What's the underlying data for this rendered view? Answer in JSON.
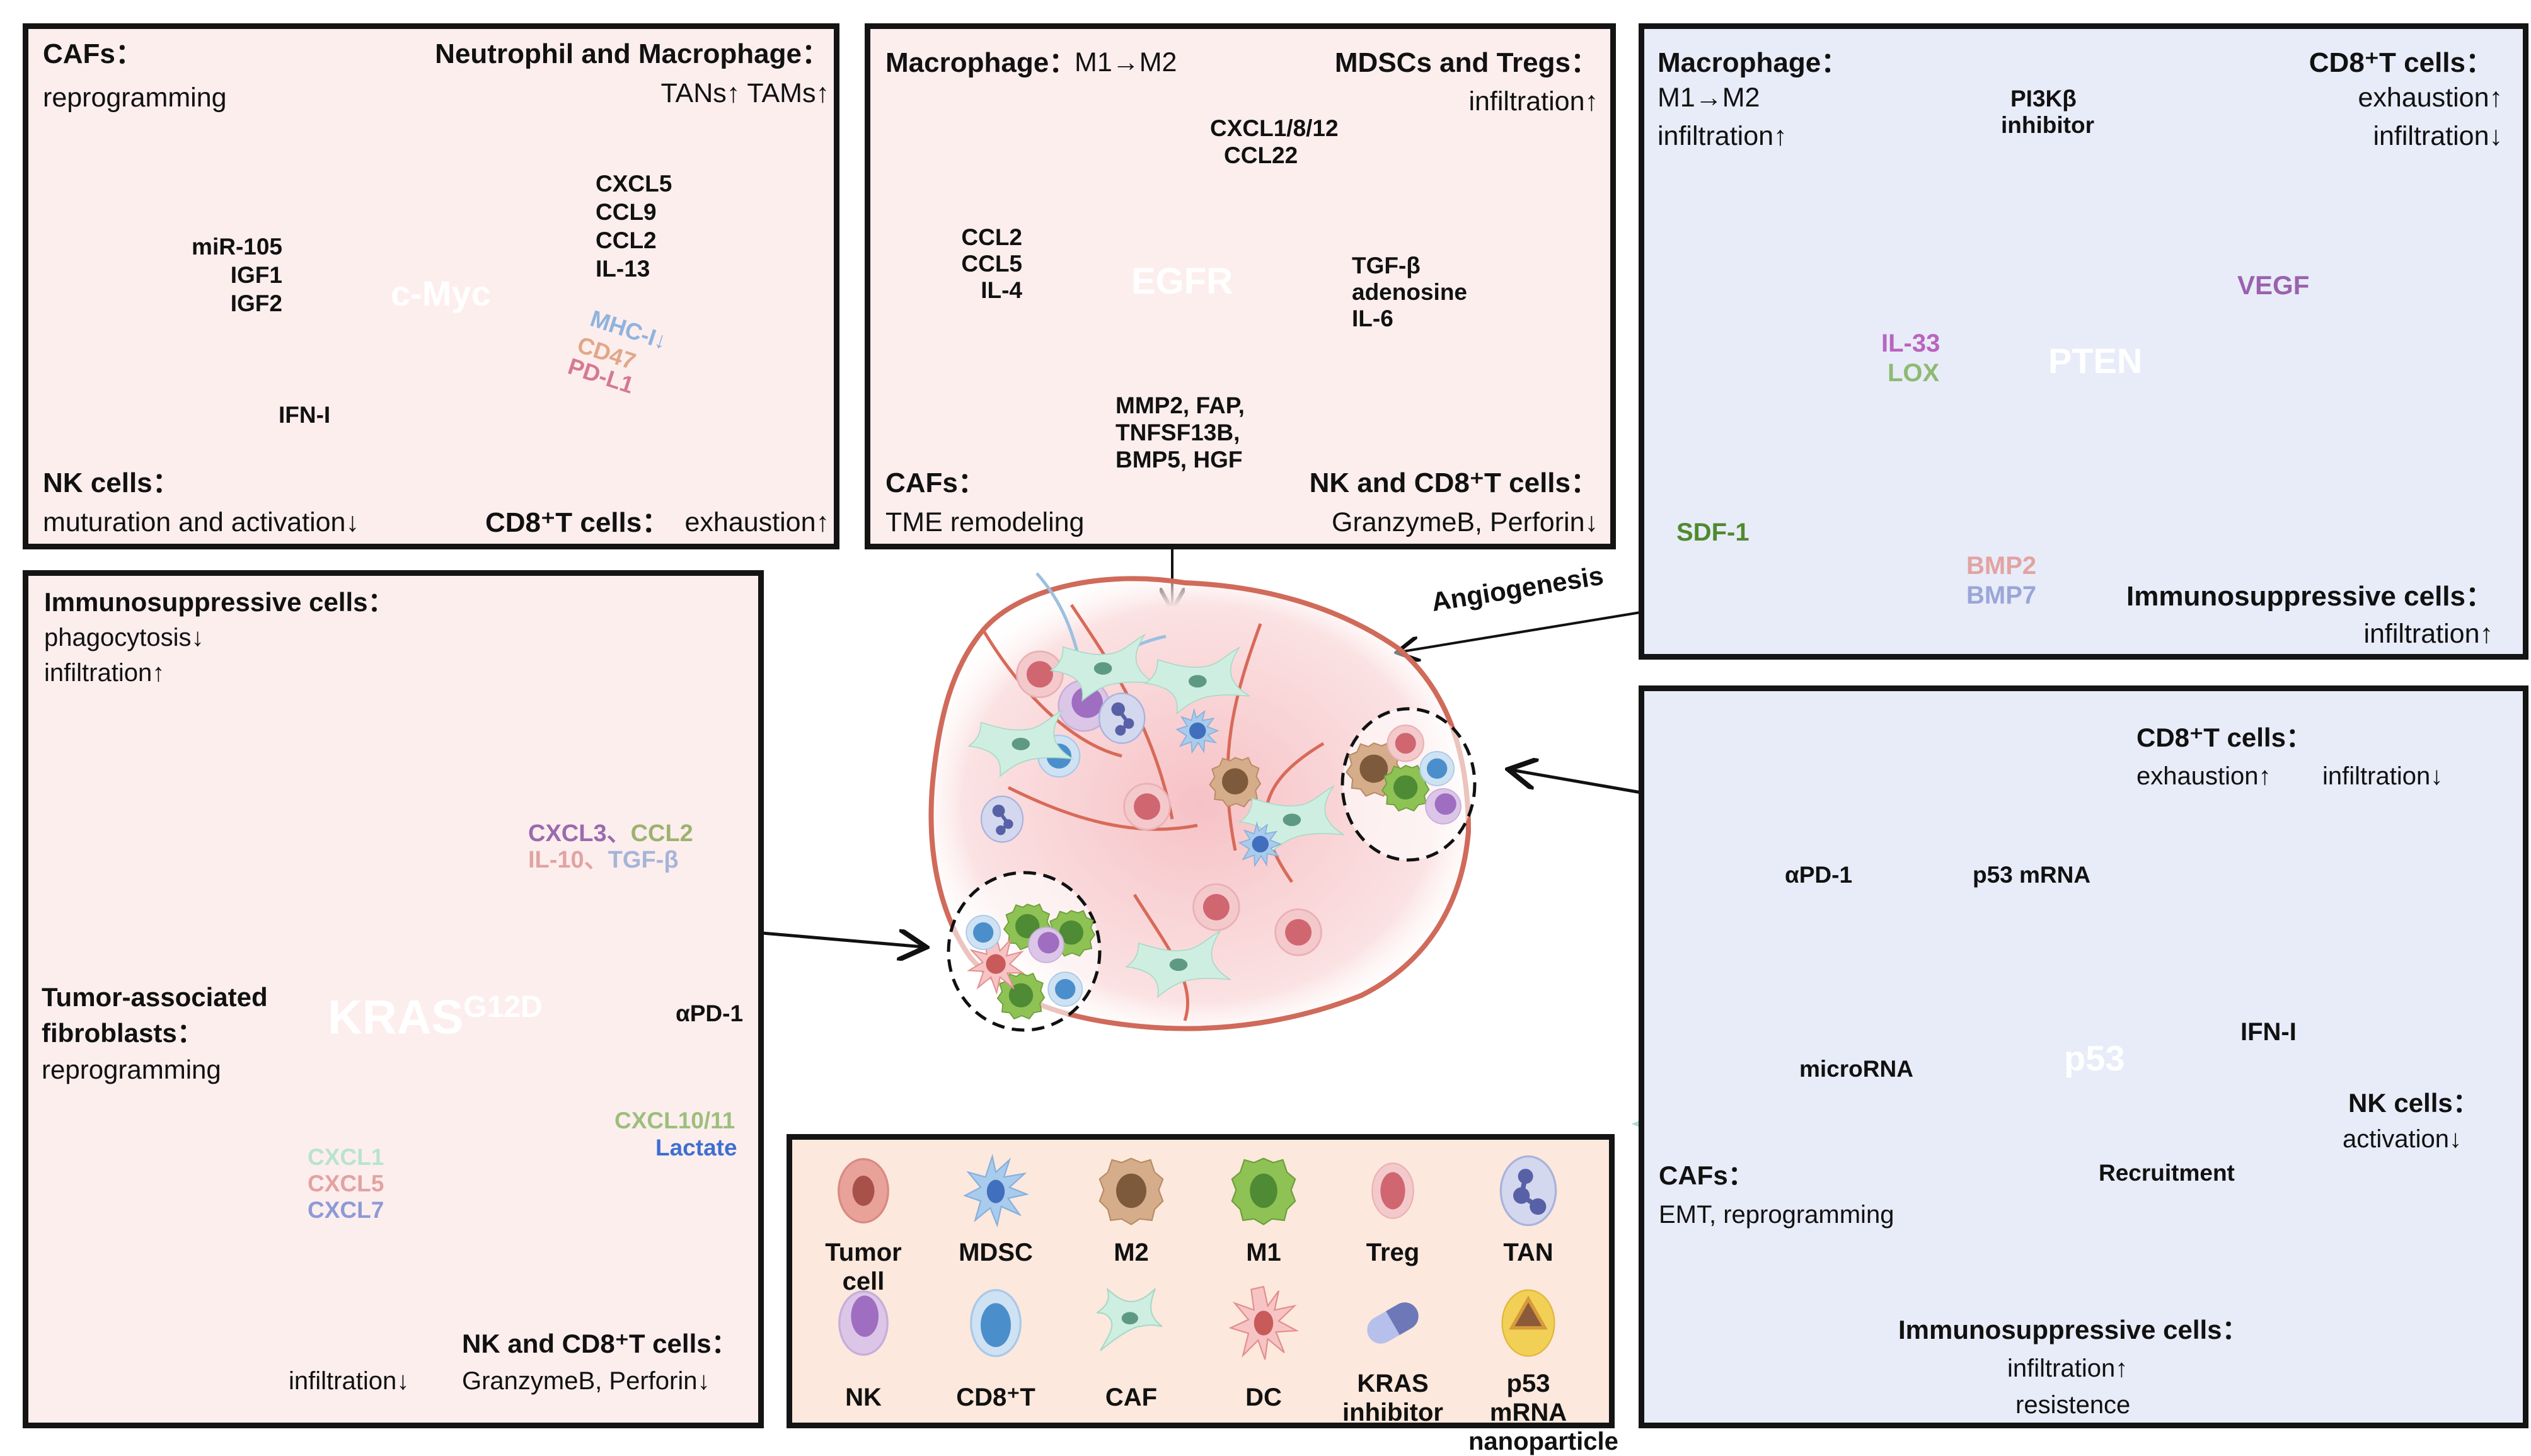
{
  "colors": {
    "panel_pink": "#fdeeee",
    "panel_blue": "#e8ecf8",
    "legend_peach": "#fce8dd",
    "tumor_cell": "#e8a29a",
    "tumor_nucleus": "#a8514b",
    "caf": "#cfeee2",
    "nk": "#b490cc",
    "cd8": "#4a8fcc",
    "m1": "#7fb24a",
    "m2": "#b8875c",
    "treg": "#d06670",
    "tan": "#8a93cc",
    "mdsc": "#8fb8e0",
    "mhc_text": "#8fb4dc",
    "cd47_text": "#e0a888",
    "pdl1_text": "#d57a8e",
    "il33_text": "#b964c0",
    "lox_text": "#8dba72",
    "vegf_text": "#9a62ad",
    "bmp2_text": "#e2a3a2",
    "bmp7_text": "#9aa6d8",
    "sdf1_text": "#4f8a2f",
    "sdf1_triangle": "#1f8f80",
    "cxcl3_text": "#9a6aae",
    "ccl2_text": "#9cb36e",
    "il10_text": "#e0a4a2",
    "tgfb_text": "#a6b4d8",
    "cxcl1_text": "#b9e3cf",
    "cxcl5_text": "#e2a3a2",
    "cxcl7_text": "#8e9ad6",
    "cxcl1011_text": "#9cbf7c",
    "lactate_text": "#3f6fd0"
  },
  "panels": {
    "cmyc": {
      "center_label": "c-Myc",
      "cafs_title": "CAFs：",
      "cafs_desc": "reprogramming",
      "neutro_title": "Neutrophil and Macrophage：",
      "neutro_desc": "TANs↑  TAMs↑",
      "chemokines": [
        "CXCL5",
        "CCL9",
        "CCL2",
        "IL-13"
      ],
      "igf": [
        "miR-105",
        "IGF1",
        "IGF2"
      ],
      "surface": [
        "MHC-I↓",
        "CD47",
        "PD-L1"
      ],
      "ifn": "IFN-I",
      "nk_title": "NK cells：",
      "nk_desc": "muturation and activation↓",
      "cd8_title": "CD8⁺T cells：",
      "cd8_desc": "exhaustion↑"
    },
    "egfr": {
      "center_label": "EGFR",
      "macro_title": "Macrophage：",
      "macro_desc": "M1→M2",
      "mdsc_title": "MDSCs and Tregs：",
      "mdsc_desc": "infiltration↑",
      "cxcl": [
        "CXCL1/8/12",
        "CCL22"
      ],
      "ccl": [
        "CCL2",
        "CCL5",
        "IL-4"
      ],
      "tgf": [
        "TGF-β",
        "adenosine",
        "IL-6"
      ],
      "mmp": [
        "MMP2, FAP,",
        "TNFSF13B,",
        "BMP5, HGF"
      ],
      "cafs_title": "CAFs：",
      "cafs_desc": "TME remodeling",
      "nk_title": "NK and CD8⁺T cells：",
      "nk_desc": "GranzymeB, Perforin↓"
    },
    "pten": {
      "center_label": "PTEN",
      "macro_title": "Macrophage：",
      "macro_desc1": "M1→M2",
      "macro_desc2": "infiltration↑",
      "drug": [
        "PI3Kβ",
        "inhibitor"
      ],
      "cd8_title": "CD8⁺T cells：",
      "cd8_desc1": "exhaustion↑",
      "cd8_desc2": "infiltration↓",
      "il33": "IL-33",
      "lox": "LOX",
      "vegf": "VEGF",
      "sdf1": "SDF-1",
      "bmp2": "BMP2",
      "bmp7": "BMP7",
      "immuno_title": "Immunosuppressive cells：",
      "immuno_desc": "infiltration↑"
    },
    "kras": {
      "center_label": "KRAS",
      "center_sup": "G12D",
      "immuno_title": "Immunosuppressive cells：",
      "immuno_desc1": "phagocytosis↓",
      "immuno_desc2": "infiltration↑",
      "cyto_line1a": "CXCL3、",
      "cyto_line1b": "CCL2",
      "cyto_line2a": "IL-10、",
      "cyto_line2b": "TGF-β",
      "apd1": "αPD-1",
      "plus": "+",
      "taf_title1": "Tumor-associated",
      "taf_title2": "fibroblasts：",
      "taf_desc": "reprogramming",
      "cxcl_list": [
        "CXCL1",
        "CXCL5",
        "CXCL7"
      ],
      "cxcl1011": "CXCL10/11",
      "lactate": "Lactate",
      "nk_title": "NK and CD8⁺T cells：",
      "nk_desc_left": "infiltration↓",
      "nk_desc_right": "GranzymeB, Perforin↓"
    },
    "p53": {
      "center_label": "p53",
      "apd1": "αPD-1",
      "plus": "+",
      "mrna": "p53 mRNA",
      "cd8_title": "CD8⁺T cells：",
      "cd8_desc1": "exhaustion↑",
      "cd8_desc2": "infiltration↓",
      "ifn": "IFN-I",
      "microrna": "microRNA",
      "nk_title": "NK cells：",
      "nk_desc": "activation↓",
      "cafs_title": "CAFs：",
      "cafs_desc": "EMT, reprogramming",
      "recruit": "Recruitment",
      "immuno_title": "Immunosuppressive cells：",
      "immuno_desc1": "infiltration↑",
      "immuno_desc2": "resistence"
    }
  },
  "center": {
    "angiogenesis": "Angiogenesis"
  },
  "legend": {
    "items": [
      {
        "label": "Tumor cell",
        "icon": "tumor-cell-icon"
      },
      {
        "label": "MDSC",
        "icon": "mdsc-icon"
      },
      {
        "label": "M2",
        "icon": "m2-macrophage-icon"
      },
      {
        "label": "M1",
        "icon": "m1-macrophage-icon"
      },
      {
        "label": "Treg",
        "icon": "treg-icon"
      },
      {
        "label": "TAN",
        "icon": "tan-icon"
      },
      {
        "label": "NK",
        "icon": "nk-cell-icon"
      },
      {
        "label": "CD8⁺T",
        "icon": "cd8-t-cell-icon"
      },
      {
        "label": "CAF",
        "icon": "caf-icon"
      },
      {
        "label": "DC",
        "icon": "dendritic-cell-icon"
      },
      {
        "label": "KRAS\ninhibitor",
        "icon": "kras-inhibitor-pill-icon"
      },
      {
        "label": "p53 mRNA\nnanoparticle",
        "icon": "nanoparticle-icon"
      }
    ]
  }
}
